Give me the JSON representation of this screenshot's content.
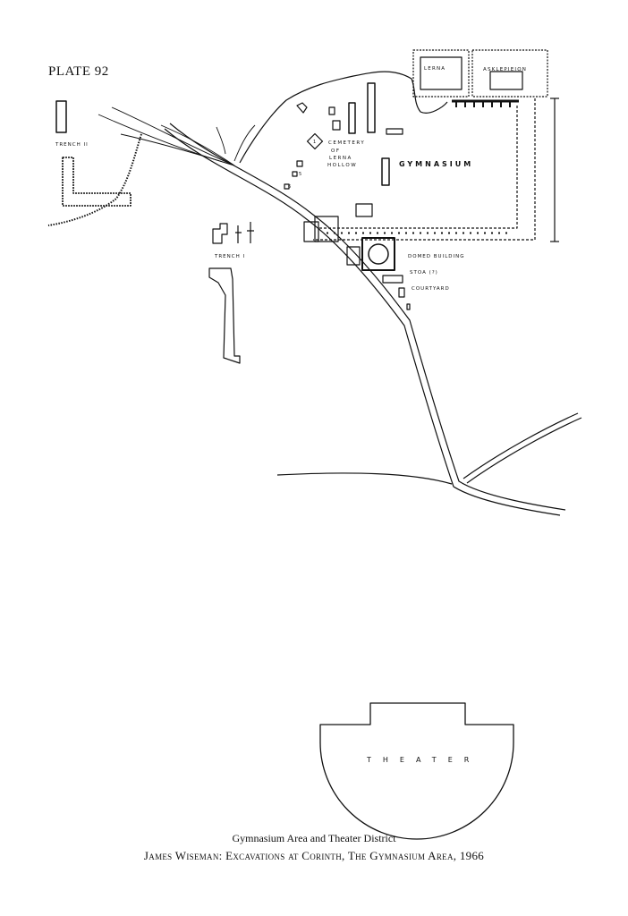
{
  "plate": "PLATE 92",
  "labels": {
    "trench_ii": "TRENCH II",
    "trench_i": "TRENCH I",
    "lerna": "LERNA",
    "asklepieion": "ASKLEPIEION",
    "cemetery_1": "CEMETERY",
    "cemetery_2": "OF",
    "cemetery_3": "LERNA",
    "cemetery_4": "HOLLOW",
    "gymnasium": "GYMNASIUM",
    "domed_building": "DOMED BUILDING",
    "stoa": "STOA (?)",
    "courtyard": "COURTYARD",
    "theater": "THEATER",
    "marker_1": "1",
    "marker_5": "5",
    "marker_6": "6"
  },
  "caption": {
    "title": "Gymnasium Area and Theater District",
    "credit": "James Wiseman: Excavations at Corinth, The Gymnasium Area, 1966"
  }
}
